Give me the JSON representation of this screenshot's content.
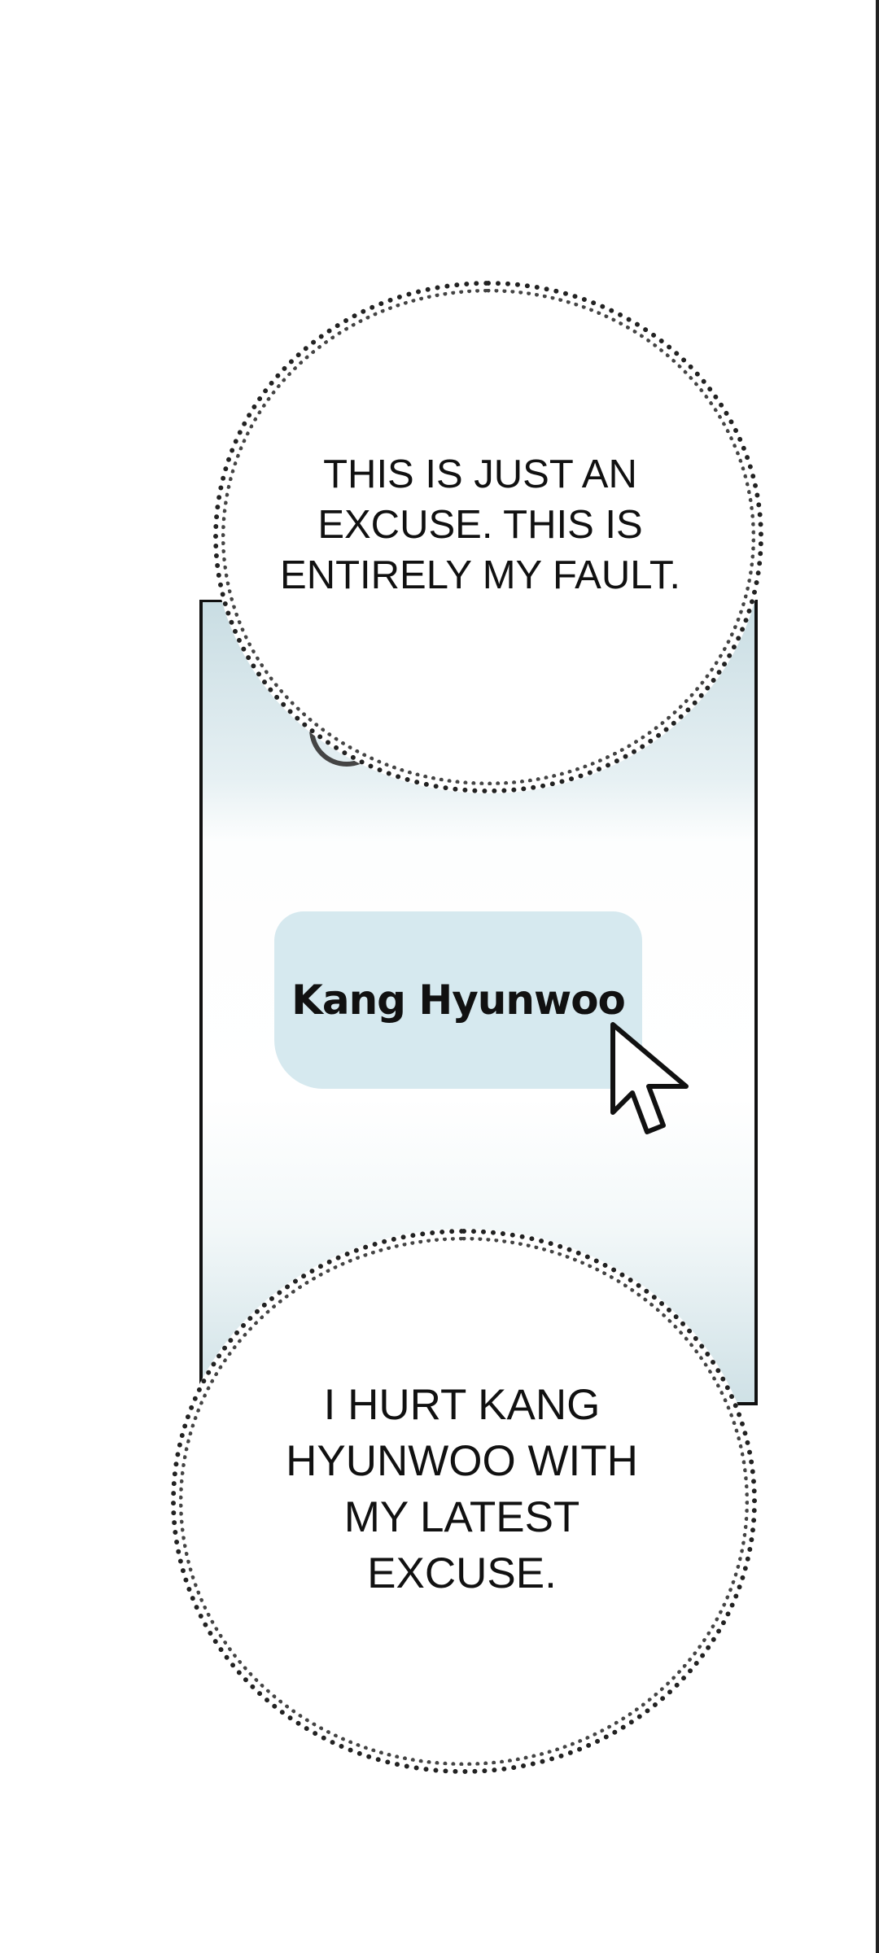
{
  "panel": {
    "button_label": "Kang Hyunwoo",
    "cursor_icon": "mouse-pointer-arrow"
  },
  "bubbles": [
    {
      "lines": [
        "THIS IS JUST AN",
        "EXCUSE. THIS IS",
        "ENTIRELY MY FAULT."
      ]
    },
    {
      "lines": [
        "I HURT KANG",
        "HYUNWOO WITH",
        "MY LATEST",
        "EXCUSE."
      ]
    }
  ],
  "colors": {
    "button_bg": "#d6e9ef",
    "panel_tint": "#c9dde3"
  }
}
